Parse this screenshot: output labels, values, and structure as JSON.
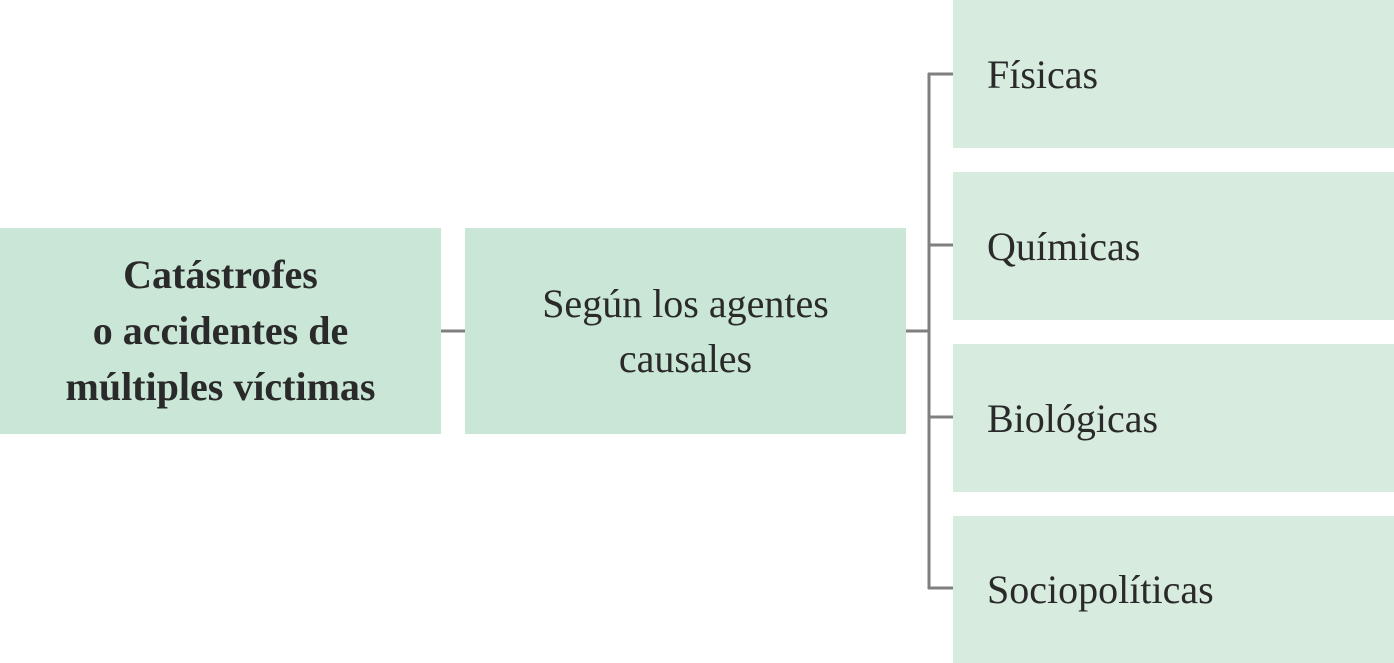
{
  "diagram": {
    "root": {
      "label": "Catástrofes\no accidentes de\nmúltiples víctimas"
    },
    "category": {
      "label": "Según los agentes\ncausales"
    },
    "types": [
      {
        "label": "Físicas"
      },
      {
        "label": "Químicas"
      },
      {
        "label": "Biológicas"
      },
      {
        "label": "Sociopolíticas"
      }
    ]
  },
  "colors": {
    "node_fill_main": "#c9e6d6",
    "node_fill_leaf": "#d7ebdf",
    "connector": "#7f7f7f",
    "text": "#2a2a2a"
  }
}
